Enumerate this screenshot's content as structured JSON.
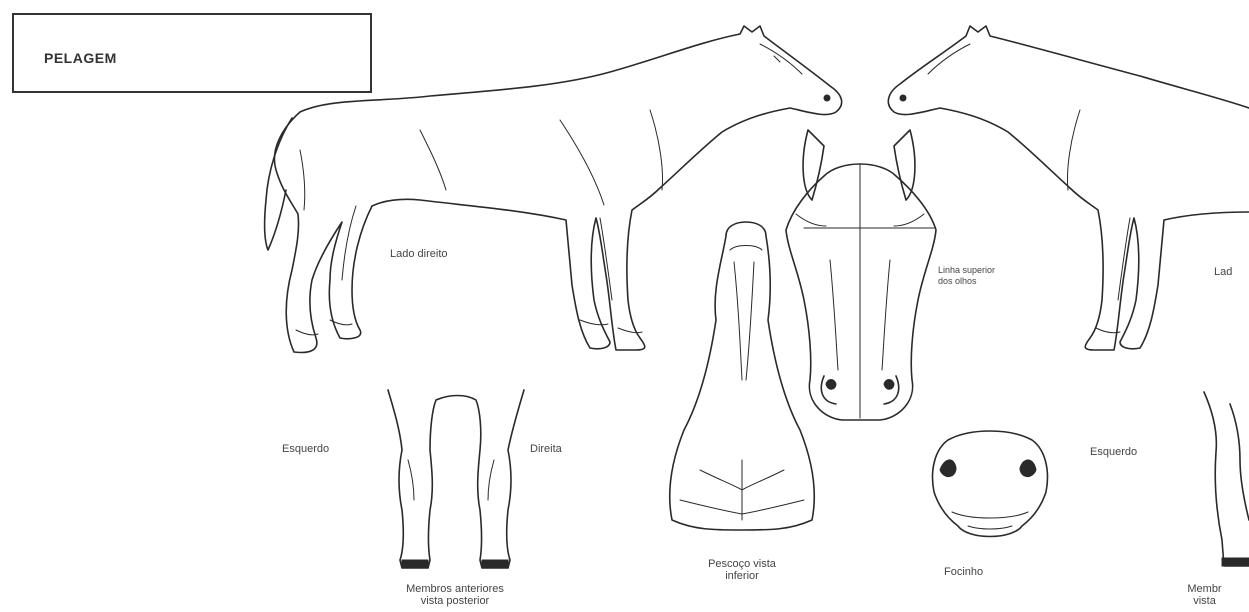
{
  "title": "PELAGEM",
  "labels": {
    "lado_direito": "Lado direito",
    "linha_olhos": "Linha superior\ndos olhos",
    "lado_esquerdo_partial": "Lad",
    "esquerdo_front": "Esquerdo",
    "direita_front": "Direita",
    "membros_anteriores": "Membros anteriores\nvista posterior",
    "pescoco": "Pescoço vista\ninferior",
    "focinho": "Focinho",
    "esquerdo_right": "Esquerdo",
    "membros_partial": "Membr\nvista"
  }
}
